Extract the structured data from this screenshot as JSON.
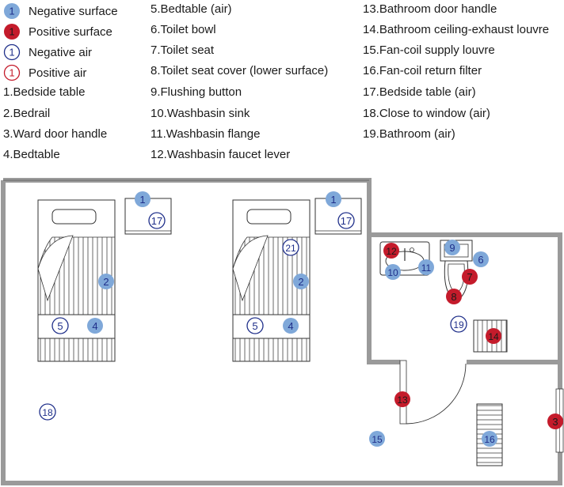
{
  "legend": [
    {
      "marker": "1",
      "label": "Negative surface",
      "kind": "neg-surface"
    },
    {
      "marker": "1",
      "label": "Positive surface",
      "kind": "pos-surface"
    },
    {
      "marker": "1",
      "label": "Negative air",
      "kind": "neg-air"
    },
    {
      "marker": "1",
      "label": "Positive air",
      "kind": "pos-air"
    }
  ],
  "sample_sites": [
    "1.Bedside table",
    "2.Bedrail",
    "3.Ward door handle",
    "4.Bedtable",
    "5.Bedtable (air)",
    "6.Toilet bowl",
    "7.Toilet seat",
    "8.Toilet seat cover (lower surface)",
    "9.Flushing button",
    "10.Washbasin sink",
    "11.Washbasin flange",
    "12.Washbasin faucet lever",
    "13.Bathroom door handle",
    "14.Bathroom ceiling-exhaust louvre",
    "15.Fan-coil supply louvre",
    "16.Fan-coil return filter",
    "17.Bedside table (air)",
    "18.Close to window (air)",
    "19.Bathroom (air)"
  ],
  "colors": {
    "neg_surface": "#7fa8d9",
    "pos_surface": "#c41b2b",
    "neg_air": "#1f2f8a",
    "pos_air": "#c41b2b",
    "wall": "#9a9a9a",
    "line": "#333333"
  },
  "markers": [
    {
      "id": "m-1a",
      "label": "1",
      "kind": "neg-surface"
    },
    {
      "id": "m-17a",
      "label": "17",
      "kind": "neg-air"
    },
    {
      "id": "m-1b",
      "label": "1",
      "kind": "neg-surface"
    },
    {
      "id": "m-17b",
      "label": "17",
      "kind": "neg-air"
    },
    {
      "id": "m-2a",
      "label": "2",
      "kind": "neg-surface"
    },
    {
      "id": "m-2b",
      "label": "2",
      "kind": "neg-surface"
    },
    {
      "id": "m-21",
      "label": "21",
      "kind": "neg-air"
    },
    {
      "id": "m-5a",
      "label": "5",
      "kind": "neg-air"
    },
    {
      "id": "m-4a",
      "label": "4",
      "kind": "neg-surface"
    },
    {
      "id": "m-5b",
      "label": "5",
      "kind": "neg-air"
    },
    {
      "id": "m-4b",
      "label": "4",
      "kind": "neg-surface"
    },
    {
      "id": "m-18",
      "label": "18",
      "kind": "neg-air"
    },
    {
      "id": "m-12",
      "label": "12",
      "kind": "pos-surface"
    },
    {
      "id": "m-9",
      "label": "9",
      "kind": "neg-surface"
    },
    {
      "id": "m-6",
      "label": "6",
      "kind": "neg-surface"
    },
    {
      "id": "m-10",
      "label": "10",
      "kind": "neg-surface"
    },
    {
      "id": "m-11",
      "label": "11",
      "kind": "neg-surface"
    },
    {
      "id": "m-7",
      "label": "7",
      "kind": "pos-surface"
    },
    {
      "id": "m-8",
      "label": "8",
      "kind": "pos-surface"
    },
    {
      "id": "m-19",
      "label": "19",
      "kind": "neg-air"
    },
    {
      "id": "m-14",
      "label": "14",
      "kind": "pos-surface"
    },
    {
      "id": "m-13",
      "label": "13",
      "kind": "pos-surface"
    },
    {
      "id": "m-3",
      "label": "3",
      "kind": "pos-surface"
    },
    {
      "id": "m-15",
      "label": "15",
      "kind": "neg-surface"
    },
    {
      "id": "m-16",
      "label": "16",
      "kind": "neg-surface"
    }
  ]
}
